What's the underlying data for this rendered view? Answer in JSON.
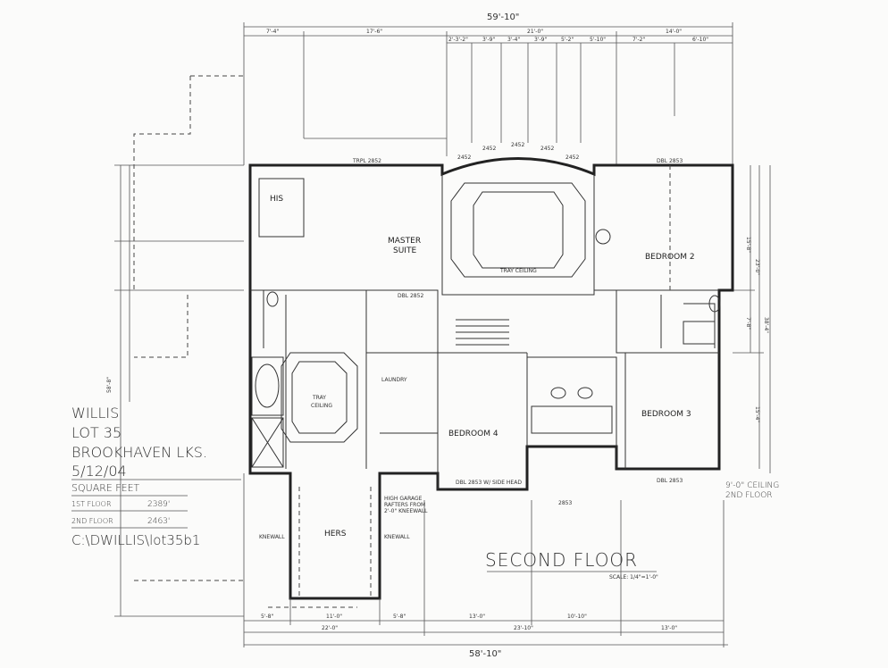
{
  "title_block": {
    "client": "WILLIS",
    "lot": "LOT 35",
    "subdivision": "BROOKHAVEN LKS.",
    "date": "5/12/04",
    "square_feet_label": "SQUARE FEET",
    "first_floor_label": "1ST FLOOR",
    "first_floor_value": "2389'",
    "second_floor_label": "2ND FLOOR",
    "second_floor_value": "2463'",
    "file_path": "C:\\DWILLIS\\lot35b1"
  },
  "plan_title": "SECOND FLOOR",
  "scale": "SCALE: 1/4\"=1'-0\"",
  "ceiling_note": [
    "9'-0\" CEILING",
    "2ND FLOOR"
  ],
  "rooms": {
    "his": "HIS",
    "master": [
      "MASTER",
      "SUITE"
    ],
    "bedroom2": "BEDROOM 2",
    "bedroom3": "BEDROOM 3",
    "bedroom4": "BEDROOM 4",
    "tray_bath": [
      "TRAY",
      "CEILING"
    ],
    "tray_master": "TRAY CEILING",
    "laundry": "LAUNDRY",
    "hers": "HERS",
    "kneewall_left": "KNEWALL",
    "kneewall_right": "KNEWALL",
    "garage_note": [
      "HIGH GARAGE",
      "RAFTERS FROM",
      "2'-0\" KNEEWALL"
    ]
  },
  "dimensions": {
    "top_overall": "59'-10\"",
    "top_row1": [
      "7'-4\"",
      "17'-6\"",
      "21'-0\"",
      "14'-0\""
    ],
    "top_row2": [
      "2'-3'-2\"",
      "3'-9\"",
      "3'-4\"",
      "3'-9\"",
      "5'-2\"",
      "5'-10\"",
      "7'-2\"",
      "6'-10\""
    ],
    "bottom_row1": [
      "5'-8\"",
      "11'-0\"",
      "5'-8\"",
      "13'-0\"",
      "10'-10\""
    ],
    "bottom_row2": [
      "22'-0\"",
      "23'-10\"",
      "13'-0\""
    ],
    "bottom_overall": "58'-10\"",
    "right": [
      "15'-8\"",
      "23'-0\"",
      "7'-8\"",
      "38'-4\"",
      "15'-4\""
    ],
    "left_overall": "58'-8\"",
    "windows": [
      "TRPL 2852",
      "2452",
      "2452",
      "2452",
      "2452",
      "2452",
      "DBL 2853",
      "DBL 2852",
      "DBL 2853",
      "DBL 2853 W/ SIDE HEAD",
      "2853"
    ]
  }
}
